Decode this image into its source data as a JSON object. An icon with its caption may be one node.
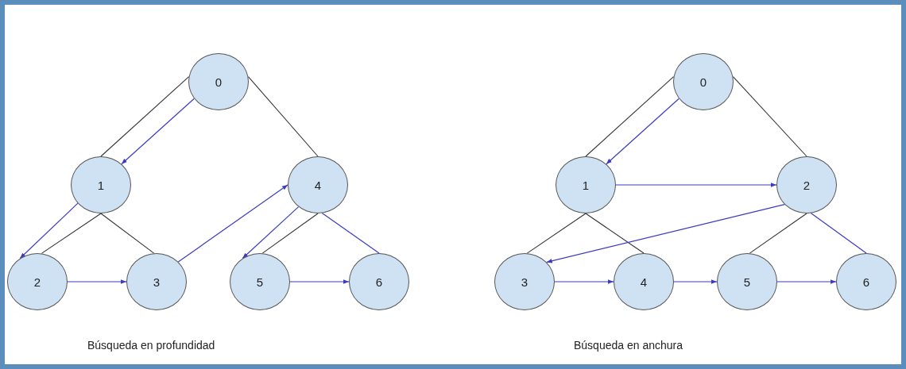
{
  "diagram": {
    "nodes": [
      {
        "text": [
          "0"
        ]
      },
      {
        "text": [
          "1"
        ]
      },
      {
        "text": [
          "4"
        ]
      },
      {
        "text": [
          "2"
        ]
      },
      {
        "text": [
          "3"
        ]
      },
      {
        "text": [
          "5"
        ]
      },
      {
        "text": [
          "6"
        ]
      },
      {
        "text": [
          "0"
        ]
      },
      {
        "text": [
          "1"
        ]
      },
      {
        "text": [
          "2"
        ]
      },
      {
        "text": [
          "3"
        ]
      },
      {
        "text": [
          "4"
        ]
      },
      {
        "text": [
          "5"
        ]
      },
      {
        "text": [
          "6"
        ]
      }
    ],
    "edges": [
      {
        "from": 0,
        "to": 1,
        "arrow": "none",
        "color": "#333333"
      },
      {
        "from": 0,
        "to": 2,
        "arrow": "none",
        "color": "#333333"
      },
      {
        "from": 1,
        "to": 3,
        "arrow": "none",
        "color": "#333333"
      },
      {
        "from": 1,
        "to": 4,
        "arrow": "none",
        "color": "#333333"
      },
      {
        "from": 2,
        "to": 5,
        "arrow": "none",
        "color": "#333333"
      },
      {
        "from": 2,
        "to": 6,
        "arrow": "none"
      },
      {
        "from": 0,
        "to": 1,
        "arrow": "to"
      },
      {
        "from": 1,
        "to": 3,
        "arrow": "to"
      },
      {
        "from": 3,
        "to": 4,
        "arrow": "to"
      },
      {
        "from": 4,
        "to": 2,
        "arrow": "to"
      },
      {
        "from": 2,
        "to": 5,
        "arrow": "to"
      },
      {
        "from": 5,
        "to": 6,
        "arrow": "to"
      },
      {
        "from": 7,
        "to": 8,
        "arrow": "none",
        "color": "#333333"
      },
      {
        "from": 7,
        "to": 9,
        "arrow": "none",
        "color": "#333333"
      },
      {
        "from": 8,
        "to": 10,
        "arrow": "none",
        "color": "#333333"
      },
      {
        "from": 8,
        "to": 11,
        "arrow": "none",
        "color": "#333333"
      },
      {
        "from": 9,
        "to": 12,
        "arrow": "none",
        "color": "#333333"
      },
      {
        "from": 9,
        "to": 13,
        "arrow": "none"
      },
      {
        "from": 7,
        "to": 8,
        "arrow": "to"
      },
      {
        "from": 8,
        "to": 9,
        "arrow": "to"
      },
      {
        "from": 9,
        "to": 10,
        "arrow": "to"
      },
      {
        "from": 10,
        "to": 11,
        "arrow": "to"
      },
      {
        "from": 11,
        "to": 12,
        "arrow": "to"
      },
      {
        "from": 12,
        "to": 13,
        "arrow": "to"
      }
    ],
    "labels": [
      "Búsqueda en profundidad",
      "Búsqueda en anchura"
    ]
  }
}
